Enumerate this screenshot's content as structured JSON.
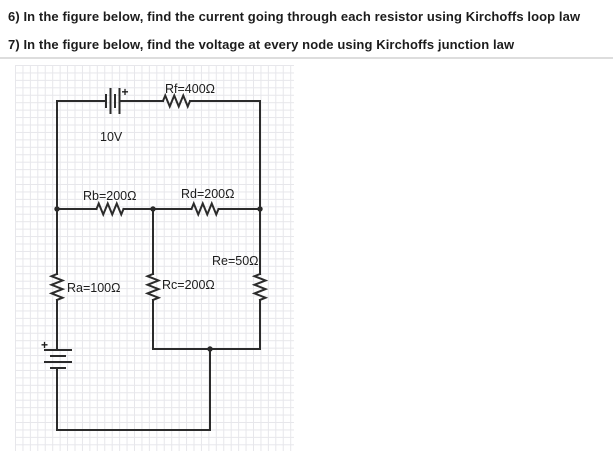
{
  "questions": [
    "6) In the figure below, find the current going through each resistor using Kirchoffs loop law",
    "7) In the figure below, find the voltage at every node using Kirchoffs junction law"
  ],
  "circuit": {
    "battery_main": {
      "label": "10V",
      "plus": "+"
    },
    "battery_ground": {
      "plus": "+"
    },
    "resistors": {
      "rf": {
        "label": "Rf=400Ω"
      },
      "rb": {
        "label": "Rb=200Ω"
      },
      "rd": {
        "label": "Rd=200Ω"
      },
      "ra": {
        "label": "Ra=100Ω"
      },
      "rc": {
        "label": "Rc=200Ω"
      },
      "re": {
        "label": "Re=50Ω"
      }
    }
  },
  "colors": {
    "ink": "#2b2b2b",
    "text": "#1c1c1c",
    "grid_line": "#e7e7eb",
    "paper_edge": "#d7d7d7"
  }
}
